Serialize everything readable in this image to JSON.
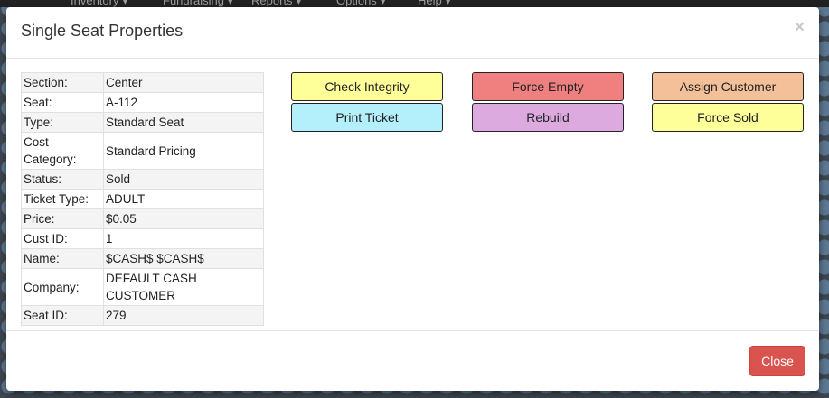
{
  "nav": {
    "items": [
      "Inventory ▾",
      "Fundraising ▾",
      "Reports ▾",
      "Options ▾",
      "Help ▾"
    ]
  },
  "modal": {
    "title": "Single Seat Properties",
    "close_symbol": "×",
    "properties": [
      {
        "label": "Section:",
        "value": "Center"
      },
      {
        "label": "Seat:",
        "value": "A-112"
      },
      {
        "label": "Type:",
        "value": "Standard Seat"
      },
      {
        "label": "Cost Category:",
        "value": "Standard Pricing"
      },
      {
        "label": "Status:",
        "value": "Sold"
      },
      {
        "label": "Ticket Type:",
        "value": "ADULT"
      },
      {
        "label": "Price:",
        "value": "$0.05"
      },
      {
        "label": "Cust ID:",
        "value": "1"
      },
      {
        "label": "Name:",
        "value": "$CASH$ $CASH$"
      },
      {
        "label": "Company:",
        "value": "DEFAULT CASH CUSTOMER"
      },
      {
        "label": "Seat ID:",
        "value": "279"
      }
    ],
    "actions": {
      "check_integrity": "Check Integrity",
      "force_empty": "Force Empty",
      "assign_customer": "Assign Customer",
      "print_ticket": "Print Ticket",
      "rebuild": "Rebuild",
      "force_sold": "Force Sold"
    },
    "close_button": "Close"
  },
  "colors": {
    "yellow": "#ffff99",
    "red": "#f08080",
    "orange": "#f4c099",
    "cyan": "#b3f0fb",
    "purple": "#dcaadf",
    "danger": "#d9534f"
  }
}
